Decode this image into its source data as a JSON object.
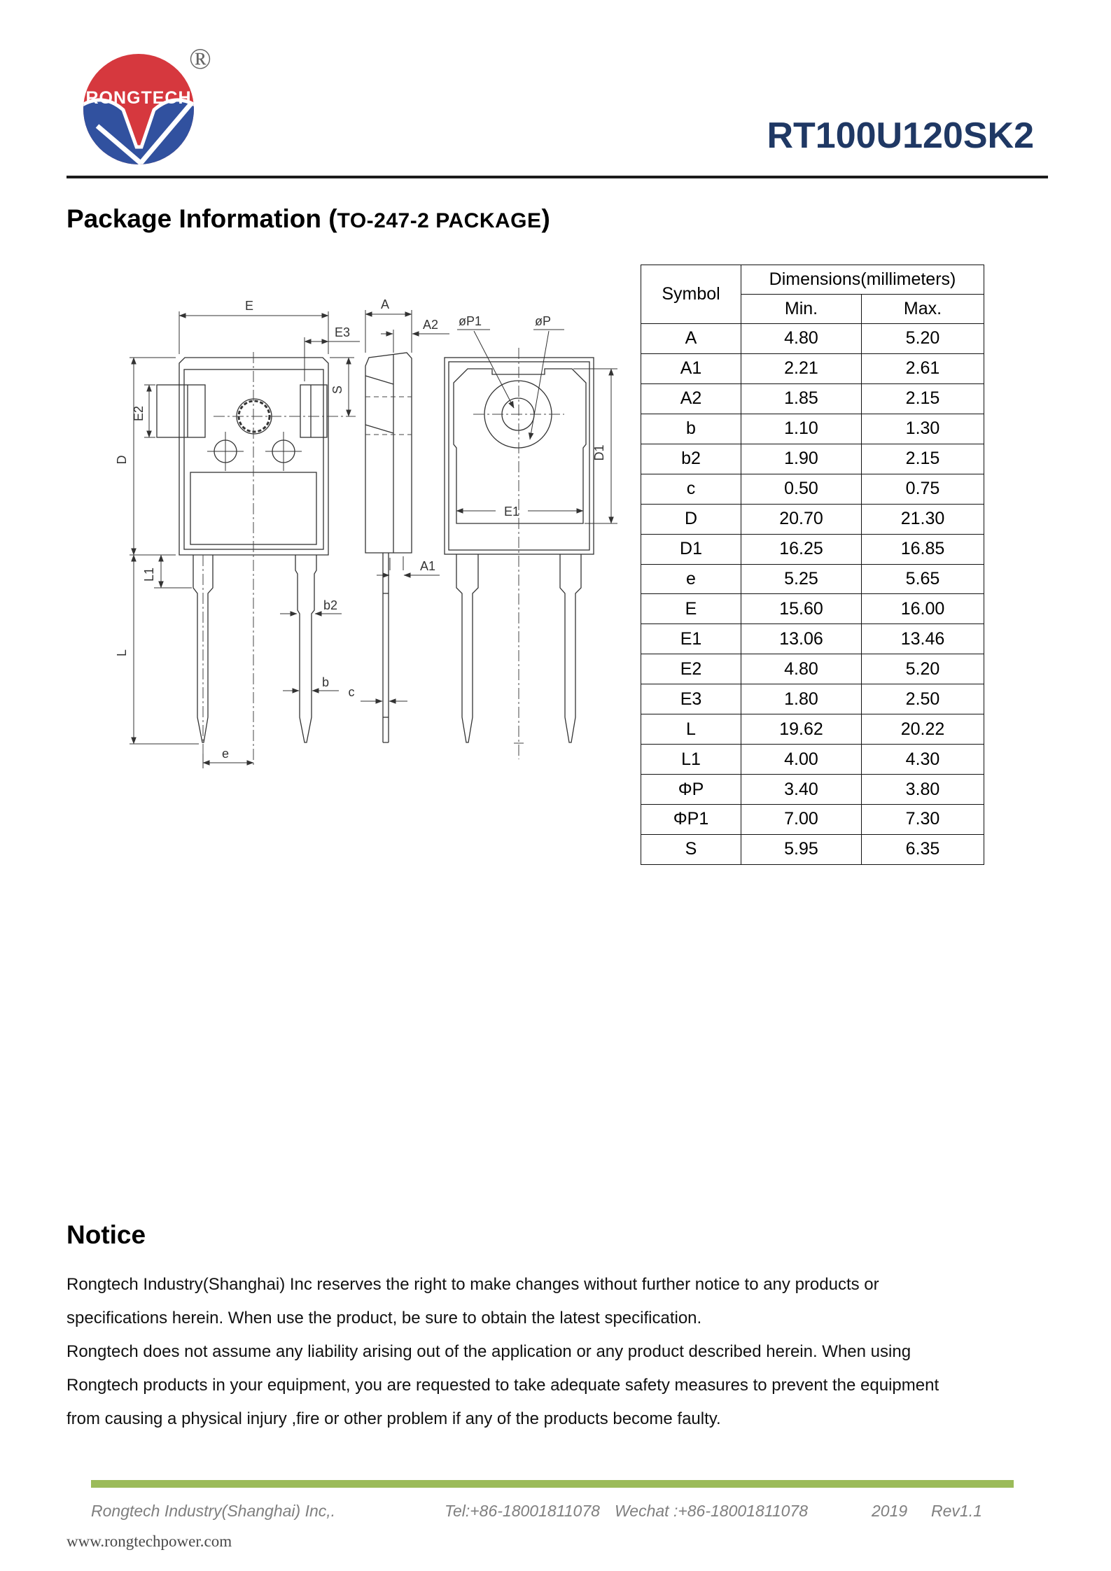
{
  "header": {
    "brand": "RONGTECH",
    "registered_mark": "®",
    "part_number": "RT100U120SK2"
  },
  "section": {
    "title_main": "Package Information (",
    "title_sub": "TO-247-2 PACKAGE",
    "title_close": ")"
  },
  "drawing": {
    "labels": {
      "E": "E",
      "E3": "E3",
      "E2": "E2",
      "D": "D",
      "S": "S",
      "L": "L",
      "L1": "L1",
      "b": "b",
      "b2": "b2",
      "c": "c",
      "e": "e",
      "A": "A",
      "A2": "A2",
      "A1": "A1",
      "P1": "øP1",
      "P": "øP",
      "E1": "E1",
      "D1": "D1"
    }
  },
  "table": {
    "col_symbol": "Symbol",
    "col_dimensions": "Dimensions(millimeters)",
    "col_min": "Min.",
    "col_max": "Max.",
    "rows": [
      {
        "symbol": "A",
        "min": "4.80",
        "max": "5.20"
      },
      {
        "symbol": "A1",
        "min": "2.21",
        "max": "2.61"
      },
      {
        "symbol": "A2",
        "min": "1.85",
        "max": "2.15"
      },
      {
        "symbol": "b",
        "min": "1.10",
        "max": "1.30"
      },
      {
        "symbol": "b2",
        "min": "1.90",
        "max": "2.15"
      },
      {
        "symbol": "c",
        "min": "0.50",
        "max": "0.75"
      },
      {
        "symbol": "D",
        "min": "20.70",
        "max": "21.30"
      },
      {
        "symbol": "D1",
        "min": "16.25",
        "max": "16.85"
      },
      {
        "symbol": "e",
        "min": "5.25",
        "max": "5.65"
      },
      {
        "symbol": "E",
        "min": "15.60",
        "max": "16.00"
      },
      {
        "symbol": "E1",
        "min": "13.06",
        "max": "13.46"
      },
      {
        "symbol": "E2",
        "min": "4.80",
        "max": "5.20"
      },
      {
        "symbol": "E3",
        "min": "1.80",
        "max": "2.50"
      },
      {
        "symbol": "L",
        "min": "19.62",
        "max": "20.22"
      },
      {
        "symbol": "L1",
        "min": "4.00",
        "max": "4.30"
      },
      {
        "symbol": "ΦP",
        "min": "3.40",
        "max": "3.80"
      },
      {
        "symbol": "ΦP1",
        "min": "7.00",
        "max": "7.30"
      },
      {
        "symbol": "S",
        "min": "5.95",
        "max": "6.35"
      }
    ]
  },
  "notice": {
    "title": "Notice",
    "lines": [
      "Rongtech Industry(Shanghai) Inc reserves the right to make changes without further notice to any products or",
      "specifications herein. When use the product, be sure to obtain the latest specification.",
      "Rongtech does not assume any liability arising out of the application or any product described herein. When using",
      "Rongtech products in your equipment, you are requested to take adequate safety measures to prevent the equipment",
      "from causing a physical injury ,fire or other problem if any of the products become faulty."
    ]
  },
  "footer": {
    "company": "Rongtech Industry(Shanghai) Inc,.",
    "tel": "Tel:+86-18001811078",
    "wechat": "Wechat :+86-18001811078",
    "year": "2019",
    "rev": "Rev1.1",
    "website": "www.rongtechpower.com"
  },
  "colors": {
    "title_blue": "#1F3864",
    "accent_green": "#9BBB59",
    "logo_red": "#D6383E",
    "logo_blue": "#31519F"
  }
}
